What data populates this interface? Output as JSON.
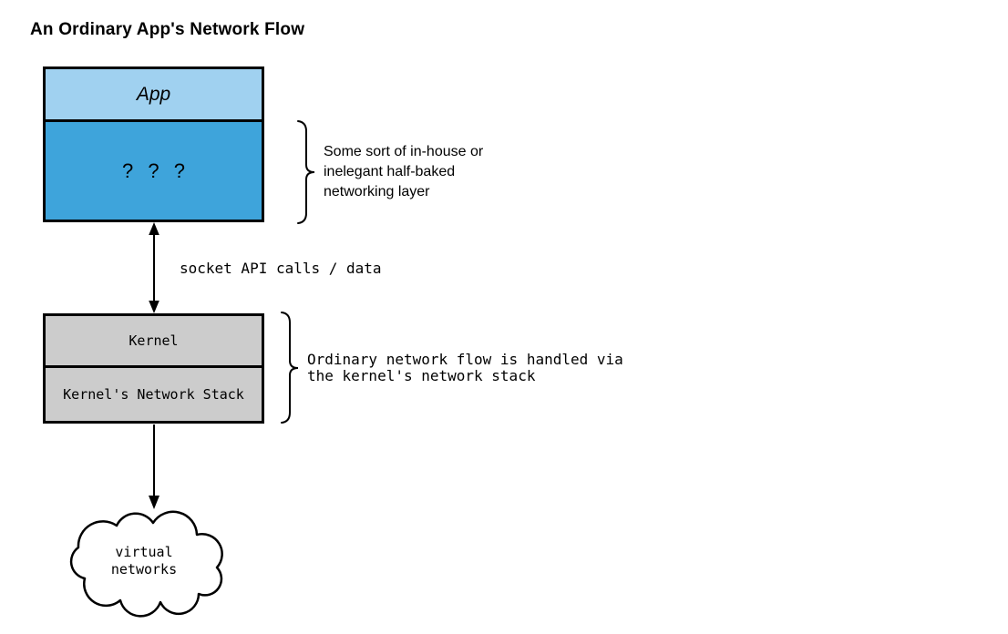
{
  "title": "An Ordinary App's Network Flow",
  "app_stack": {
    "app_label": "App",
    "mystery_label": "? ? ?"
  },
  "app_annotation": {
    "lines": [
      "Some sort of in-house or",
      "inelegant half-baked",
      "networking layer"
    ]
  },
  "socket_label": "socket API calls / data",
  "kernel_stack": {
    "kernel_label": "Kernel",
    "network_stack_label": "Kernel's Network Stack"
  },
  "kernel_annotation": {
    "lines": [
      "Ordinary network flow is handled via",
      "the kernel's network stack"
    ]
  },
  "cloud": {
    "lines": [
      "virtual",
      "networks"
    ]
  },
  "colors": {
    "app_fill": "#A0D1F0",
    "mystery_fill": "#3EA4DB",
    "kernel_fill": "#CCCCCC",
    "stroke": "#000000"
  }
}
